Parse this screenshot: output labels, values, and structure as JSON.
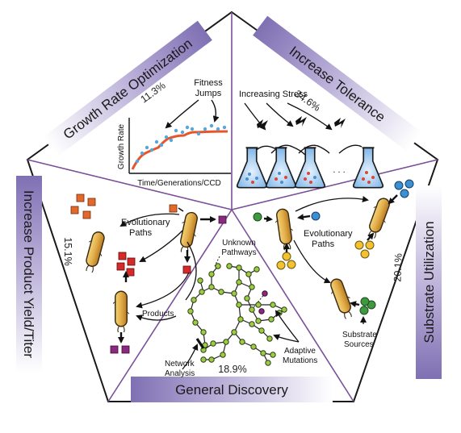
{
  "banners": {
    "growth": "Growth Rate Optimization",
    "tolerance": "Increase Tolerance",
    "substrate": "Substrate Utilization",
    "discovery": "General Discovery",
    "product": "Increase Product Yield/Titer"
  },
  "percentages": {
    "growth": "11.3%",
    "tolerance": "34.6%",
    "substrate": "20.1%",
    "discovery": "18.9%",
    "product": "15.1%"
  },
  "growth_panel": {
    "fitness_jumps_line1": "Fitness",
    "fitness_jumps_line2": "Jumps",
    "ylabel": "Growth Rate",
    "xlabel": "Time/Generations/CCD"
  },
  "tolerance_panel": {
    "stress_label": "Increasing Stress",
    "dots": ". . ."
  },
  "substrate_panel": {
    "paths_line1": "Evolutionary",
    "paths_line2": "Paths",
    "sources_line1": "Substrate",
    "sources_line2": "Sources"
  },
  "discovery_panel": {
    "unknown_line1": "Unknown",
    "unknown_line2": "Pathways",
    "network_line1": "Network",
    "network_line2": "Analysis",
    "adaptive_line1": "Adaptive",
    "adaptive_line2": "Mutations"
  },
  "product_panel": {
    "paths_line1": "Evolutionary",
    "paths_line2": "Paths",
    "products": "Products"
  },
  "colors": {
    "banner": "#8f82bd",
    "divider": "#7a4f9a",
    "curve": "#e8552b",
    "scatter": "#5aa6d6",
    "flask_red": "#d9473a",
    "flask_blue": "#4a8fd1",
    "bacteria": "#d4a54a",
    "green": "#3f9a3f",
    "blue": "#3b8fd4",
    "yellow": "#f2c230",
    "orange_sq": "#e2692b",
    "red_sq": "#d62a2a",
    "purple_sq": "#8a2a7e",
    "network_node": "#9ccc45"
  }
}
